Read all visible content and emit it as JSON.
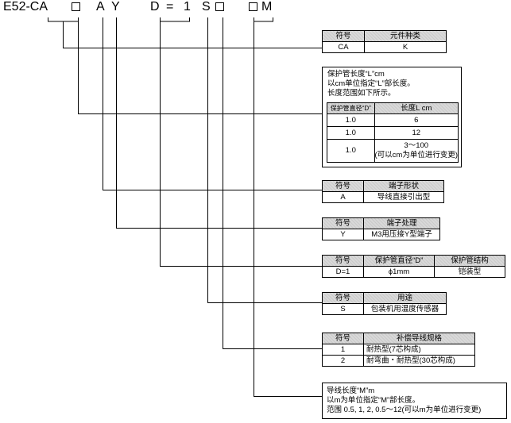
{
  "model_code": {
    "prefix": "E52-CA",
    "a": "A",
    "y": "Y",
    "d": "D",
    "eq": "=",
    "one": "1",
    "s": "S",
    "m": "M"
  },
  "element_type": {
    "header": [
      "符号",
      "元件种类"
    ],
    "row": [
      "CA",
      "K"
    ]
  },
  "tube_length": {
    "lines": [
      "保护管长度“L”cm",
      "以cm单位指定“L”部长度。",
      "长度范围如下所示。"
    ],
    "header": [
      "保护管直径“D”",
      "长度L cm"
    ],
    "rows": [
      [
        "1.0",
        "6"
      ],
      [
        "1.0",
        "12"
      ],
      [
        "1.0",
        "3～100"
      ]
    ],
    "note": "(可以cm为单位进行变更)"
  },
  "terminal_shape": {
    "header": [
      "符号",
      "端子形状"
    ],
    "row": [
      "A",
      "导线直接引出型"
    ]
  },
  "terminal_process": {
    "header": [
      "符号",
      "端子处理"
    ],
    "row": [
      "Y",
      "M3用压接Y型端子"
    ]
  },
  "tube_diameter": {
    "header": [
      "符号",
      "保护管直径“D”",
      "保护管结构"
    ],
    "row": [
      "D=1",
      "ϕ1mm",
      "铠装型"
    ]
  },
  "usage": {
    "header": [
      "符号",
      "用途"
    ],
    "row": [
      "S",
      "包装机用温度传感器"
    ]
  },
  "comp_wire": {
    "header": [
      "符号",
      "补偿导线规格"
    ],
    "rows": [
      [
        "1",
        "耐热型(7芯构成)"
      ],
      [
        "2",
        "耐弯曲・耐热型(30芯构成)"
      ]
    ]
  },
  "lead_length": {
    "lines": [
      "导线长度“M”m",
      "以m为单位指定“M”部长度。",
      "范围 0.5, 1, 2, 0.5～12(可以m为单位进行变更)"
    ]
  }
}
